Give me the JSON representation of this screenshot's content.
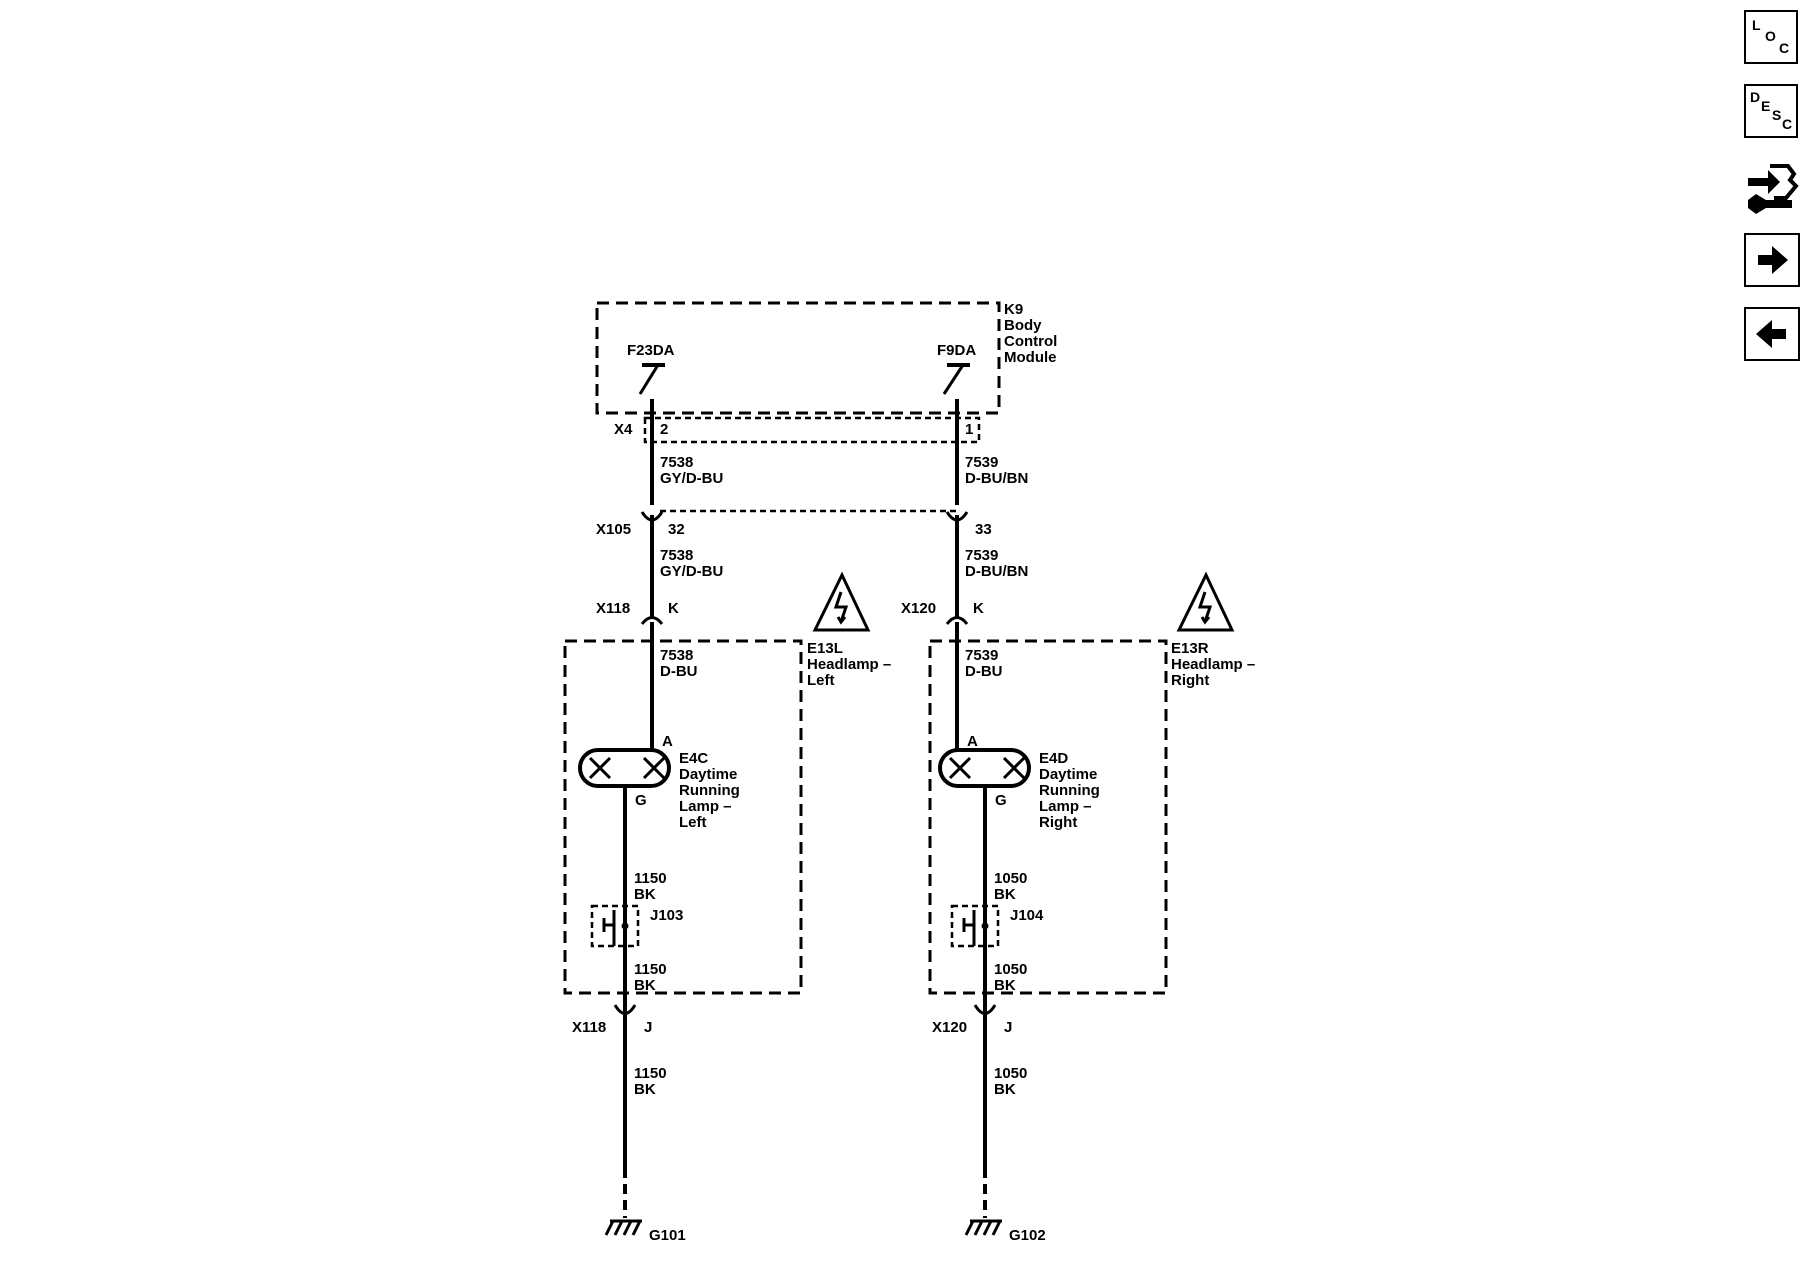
{
  "nav_buttons": {
    "loc": {
      "c1": "L",
      "c2": "O",
      "c3": "C"
    },
    "desc": {
      "c1": "D",
      "c2": "E",
      "c3": "S",
      "c4": "C"
    },
    "connector_icon": "connector-wrench-icon",
    "next_icon": "arrow-right-icon",
    "prev_icon": "arrow-left-icon"
  },
  "module": {
    "id": "K9",
    "line2": "Body",
    "line3": "Control",
    "line4": "Module"
  },
  "left": {
    "fuse": "F23DA",
    "x4_pin": "2",
    "wire_top": {
      "circuit": "7538",
      "color": "GY/D-BU"
    },
    "x105_pin": "32",
    "wire_mid": {
      "circuit": "7538",
      "color": "GY/D-BU"
    },
    "x118_top": {
      "name": "X118",
      "pin": "K"
    },
    "headlamp": {
      "line1": "E13L",
      "line2": "Headlamp –",
      "line3": "Left"
    },
    "wire_lamp": {
      "circuit": "7538",
      "color": "D-BU"
    },
    "lamp_pin_a": "A",
    "lamp_pin_g": "G",
    "drl": {
      "line1": "E4C",
      "line2": "Daytime",
      "line3": "Running",
      "line4": "Lamp –",
      "line5": "Left"
    },
    "gnd1": {
      "circuit": "1150",
      "color": "BK"
    },
    "splice": "J103",
    "gnd2": {
      "circuit": "1150",
      "color": "BK"
    },
    "x118_bot": {
      "name": "X118",
      "pin": "J"
    },
    "gnd3": {
      "circuit": "1150",
      "color": "BK"
    },
    "ground": "G101"
  },
  "right": {
    "fuse": "F9DA",
    "x4_pin": "1",
    "wire_top": {
      "circuit": "7539",
      "color": "D-BU/BN"
    },
    "x105_pin": "33",
    "wire_mid": {
      "circuit": "7539",
      "color": "D-BU/BN"
    },
    "x120_top": {
      "name": "X120",
      "pin": "K"
    },
    "headlamp": {
      "line1": "E13R",
      "line2": "Headlamp –",
      "line3": "Right"
    },
    "wire_lamp": {
      "circuit": "7539",
      "color": "D-BU"
    },
    "lamp_pin_a": "A",
    "lamp_pin_g": "G",
    "drl": {
      "line1": "E4D",
      "line2": "Daytime",
      "line3": "Running",
      "line4": "Lamp –",
      "line5": "Right"
    },
    "gnd1": {
      "circuit": "1050",
      "color": "BK"
    },
    "splice": "J104",
    "gnd2": {
      "circuit": "1050",
      "color": "BK"
    },
    "x120_bot": {
      "name": "X120",
      "pin": "J"
    },
    "gnd3": {
      "circuit": "1050",
      "color": "BK"
    },
    "ground": "G102"
  },
  "connectors": {
    "x4": "X4",
    "x105": "X105"
  }
}
